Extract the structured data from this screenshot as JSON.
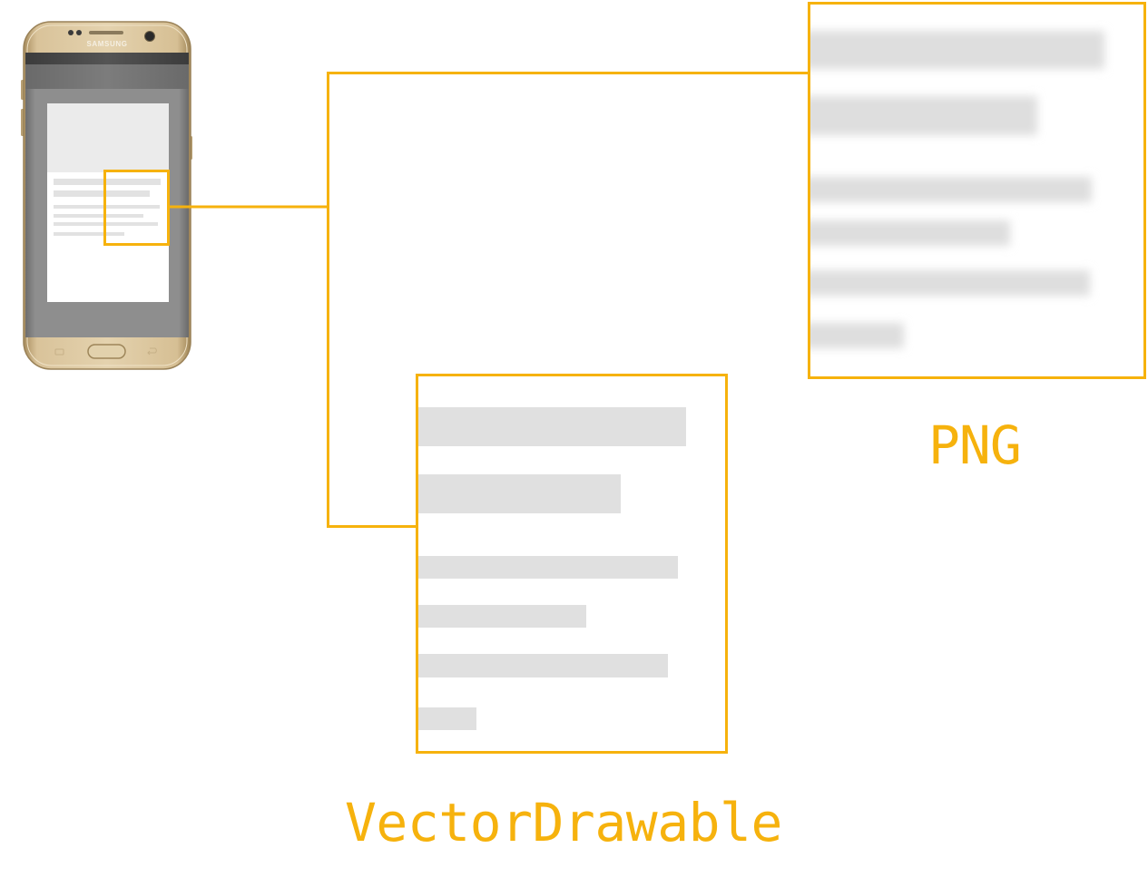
{
  "colors": {
    "accent": "#F6B20D",
    "placeholder_gray": "#E0E0E0",
    "background": "#FFFFFF"
  },
  "phone": {
    "brand": "SAMSUNG"
  },
  "labels": {
    "png": "PNG",
    "vector_drawable": "VectorDrawable"
  }
}
